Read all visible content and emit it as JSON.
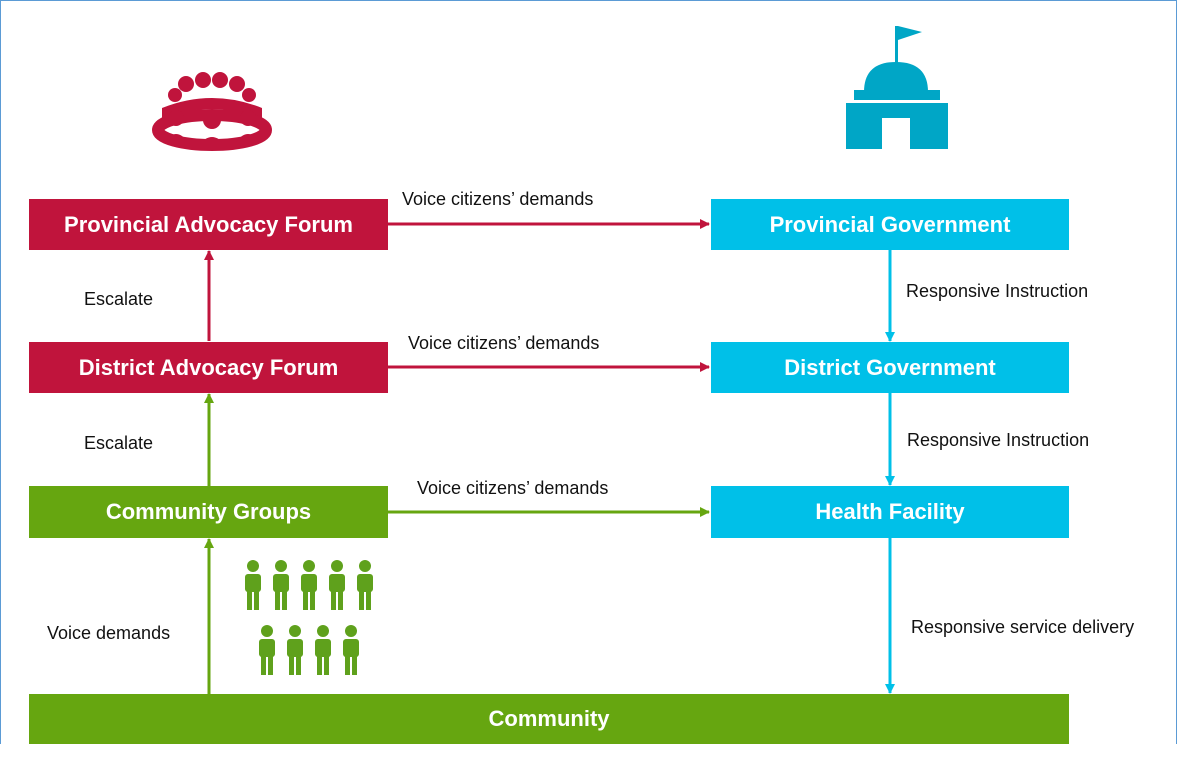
{
  "boxes": {
    "provincial_forum": "Provincial Advocacy Forum",
    "district_forum": "District Advocacy Forum",
    "community_groups": "Community Groups",
    "provincial_government": "Provincial Government",
    "district_government": "District Government",
    "health_facility": "Health Facility",
    "community": "Community"
  },
  "labels": {
    "voice_citizens_demands": "Voice citizens’ demands",
    "escalate": "Escalate",
    "responsive_instruction": "Responsive Instruction",
    "voice_demands": "Voice demands",
    "responsive_service_delivery": "Responsive service delivery"
  },
  "icons": {
    "forum": "meeting-group-icon",
    "government": "government-building-icon",
    "people": "people-group-icon"
  },
  "colors": {
    "red": "#c0143c",
    "cyan": "#00c0e8",
    "green": "#66a610"
  }
}
